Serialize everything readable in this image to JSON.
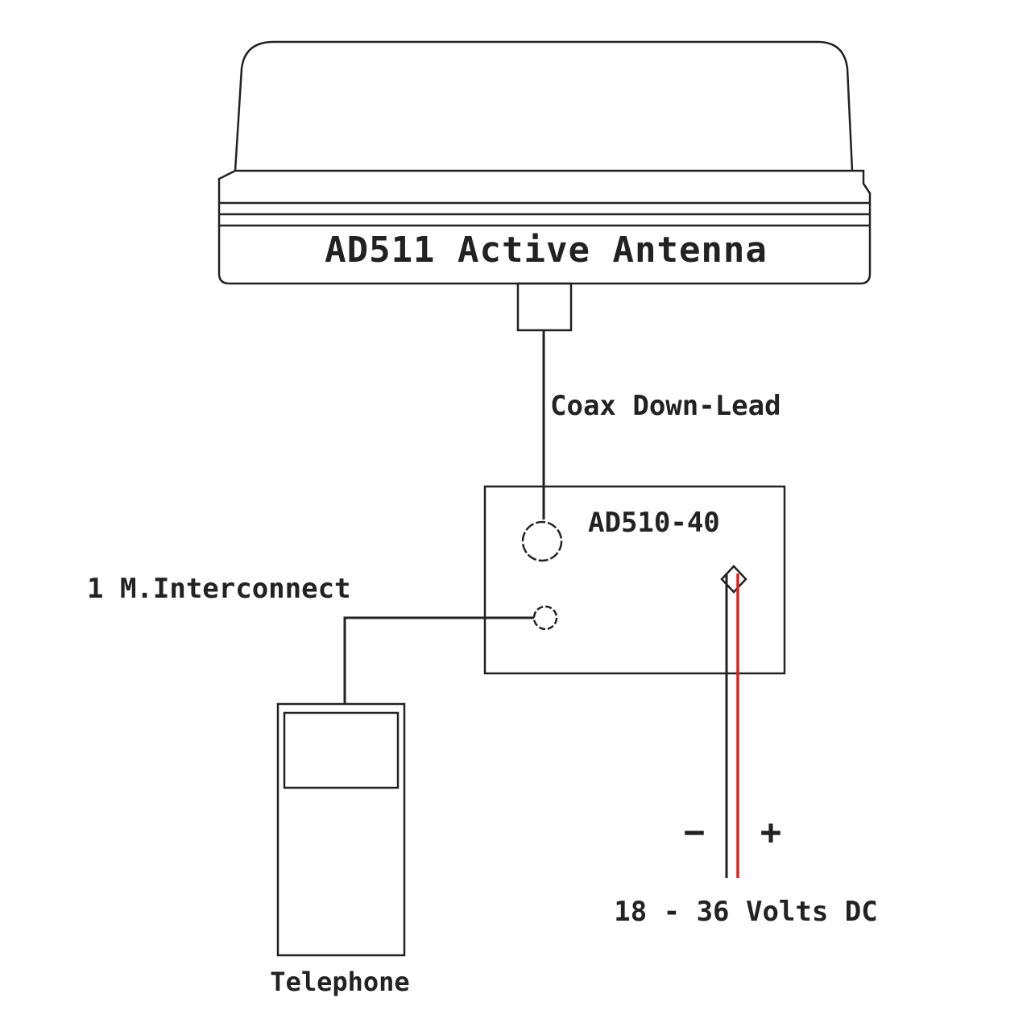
{
  "antenna": {
    "label": "AD511 Active Antenna"
  },
  "coax": {
    "label": "Coax Down-Lead"
  },
  "unit": {
    "label": "AD510-40"
  },
  "interconnect": {
    "label": "1 M.Interconnect"
  },
  "telephone": {
    "label": "Telephone"
  },
  "power": {
    "minus": "−",
    "plus": "+",
    "label": "18 - 36 Volts DC"
  },
  "colors": {
    "line": "#222222",
    "positive_wire": "#e02020",
    "background": "#ffffff"
  }
}
